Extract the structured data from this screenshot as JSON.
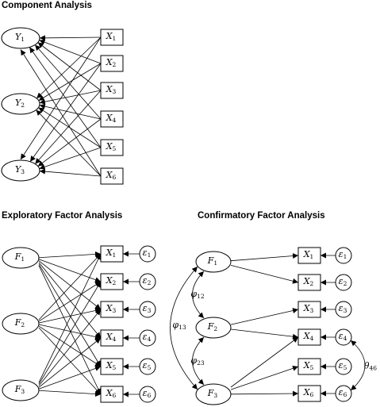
{
  "titles": {
    "component": "Component Analysis",
    "efa": "Exploratory Factor Analysis",
    "cfa": "Confirmatory Factor Analysis"
  },
  "component": {
    "components": [
      {
        "main": "Y",
        "sub": "1"
      },
      {
        "main": "Y",
        "sub": "2"
      },
      {
        "main": "Y",
        "sub": "3"
      }
    ],
    "indicators": [
      {
        "main": "X",
        "sub": "1"
      },
      {
        "main": "X",
        "sub": "2"
      },
      {
        "main": "X",
        "sub": "3"
      },
      {
        "main": "X",
        "sub": "4"
      },
      {
        "main": "X",
        "sub": "5"
      },
      {
        "main": "X",
        "sub": "6"
      }
    ]
  },
  "efa": {
    "factors": [
      {
        "main": "F",
        "sub": "1"
      },
      {
        "main": "F",
        "sub": "2"
      },
      {
        "main": "F",
        "sub": "3"
      }
    ],
    "indicators": [
      {
        "main": "X",
        "sub": "1"
      },
      {
        "main": "X",
        "sub": "2"
      },
      {
        "main": "X",
        "sub": "3"
      },
      {
        "main": "X",
        "sub": "4"
      },
      {
        "main": "X",
        "sub": "5"
      },
      {
        "main": "X",
        "sub": "6"
      }
    ],
    "errors": [
      {
        "main": "ε",
        "sub": "1"
      },
      {
        "main": "ε",
        "sub": "2"
      },
      {
        "main": "ε",
        "sub": "3"
      },
      {
        "main": "ε",
        "sub": "4"
      },
      {
        "main": "ε",
        "sub": "5"
      },
      {
        "main": "ε",
        "sub": "6"
      }
    ]
  },
  "cfa": {
    "factors": [
      {
        "main": "F",
        "sub": "1"
      },
      {
        "main": "F",
        "sub": "2"
      },
      {
        "main": "F",
        "sub": "3"
      }
    ],
    "indicators": [
      {
        "main": "X",
        "sub": "1"
      },
      {
        "main": "X",
        "sub": "2"
      },
      {
        "main": "X",
        "sub": "3"
      },
      {
        "main": "X",
        "sub": "4"
      },
      {
        "main": "X",
        "sub": "5"
      },
      {
        "main": "X",
        "sub": "6"
      }
    ],
    "errors": [
      {
        "main": "ε",
        "sub": "1"
      },
      {
        "main": "ε",
        "sub": "2"
      },
      {
        "main": "ε",
        "sub": "3"
      },
      {
        "main": "ε",
        "sub": "4"
      },
      {
        "main": "ε",
        "sub": "5"
      },
      {
        "main": "ε",
        "sub": "6"
      }
    ],
    "loadings": [
      {
        "factor": 0,
        "indicator": 0
      },
      {
        "factor": 0,
        "indicator": 1
      },
      {
        "factor": 1,
        "indicator": 2
      },
      {
        "factor": 1,
        "indicator": 3
      },
      {
        "factor": 2,
        "indicator": 3
      },
      {
        "factor": 2,
        "indicator": 4
      },
      {
        "factor": 2,
        "indicator": 5
      }
    ],
    "factor_covariances": [
      {
        "from": 0,
        "to": 1,
        "label": {
          "main": "φ",
          "sub": "12"
        }
      },
      {
        "from": 1,
        "to": 2,
        "label": {
          "main": "φ",
          "sub": "23"
        }
      },
      {
        "from": 0,
        "to": 2,
        "label": {
          "main": "φ",
          "sub": "13"
        }
      }
    ],
    "error_covariances": [
      {
        "from": 3,
        "to": 5,
        "label": {
          "main": "θ",
          "sub": "46"
        }
      }
    ]
  }
}
